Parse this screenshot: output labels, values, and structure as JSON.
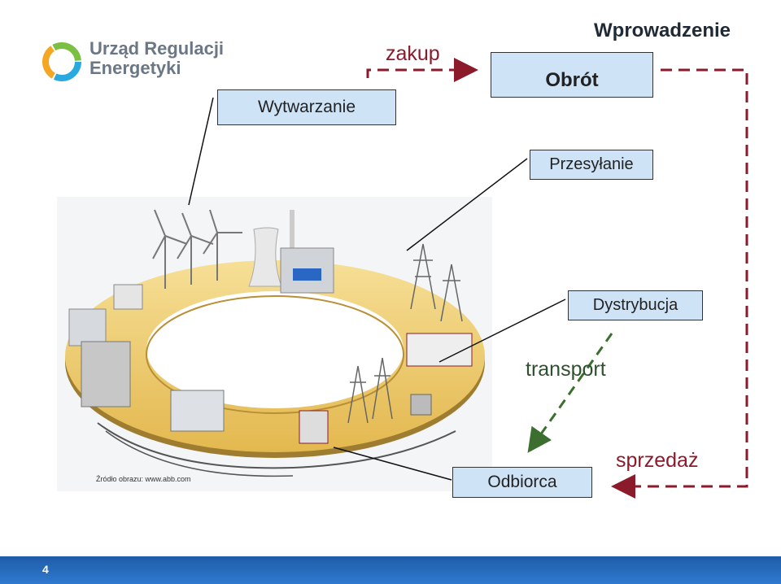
{
  "logo": {
    "line1": "Urząd Regulacji",
    "line2": "Energetyki",
    "icon": "ure-logo-icon"
  },
  "title": "Wprowadzenie",
  "boxes": {
    "wytwarzanie": "Wytwarzanie",
    "obrot": "Obrót",
    "przesylanie": "Przesyłanie",
    "dystrybucja": "Dystrybucja",
    "odbiorca": "Odbiorca"
  },
  "labels": {
    "zakup": "zakup",
    "transport": "transport",
    "sprzedaz": "sprzedaż"
  },
  "source_note": "Źródło obrazu: www.abb.com",
  "page_number": "4",
  "colors": {
    "box_fill": "#cfe3f7",
    "arrow_red": "#8b1a2b",
    "arrow_green": "#3b6e2f",
    "footer": "#2a6fc0"
  }
}
